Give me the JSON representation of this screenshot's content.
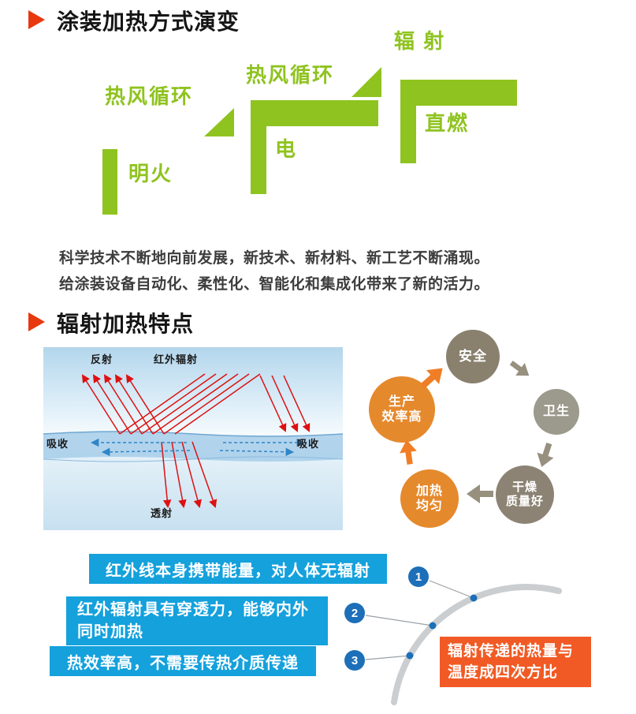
{
  "colors": {
    "green": "#8FC31F",
    "bullet_red": "#E8380D",
    "cyan_box": "#14A1DC",
    "number_circle_blue": "#1C6FB8",
    "callout_orange": "#F15A24",
    "arrow_orange": "#F07E26",
    "arrow_gray": "#97907F",
    "ray_red": "#DD1111",
    "absorb_blue": "#2E86C8",
    "arc_gray": "#CBCED1"
  },
  "section1": {
    "title": "涂装加热方式演变",
    "steps": [
      {
        "top_label": "热风循环",
        "label": "明火"
      },
      {
        "top_label": "热风循环",
        "label": "电"
      },
      {
        "top_label": "辐 射",
        "label": "直燃"
      }
    ],
    "paragraph": "科学技术不断地向前发展，新技术、新材料、新工艺不断涌现。\n给涂装设备自动化、柔性化、智能化和集成化带来了新的活力。"
  },
  "section2": {
    "title": "辐射加热特点",
    "diagram": {
      "reflect_label": "反射",
      "infrared_label": "红外辐射",
      "absorb_left_label": "吸收",
      "absorb_right_label": "吸收",
      "transmit_label": "透射"
    },
    "cycle": [
      {
        "label": "安全",
        "color": "#89806E"
      },
      {
        "label": "卫生",
        "color": "#9C9A8C"
      },
      {
        "label": "干燥\n质量好",
        "color": "#8C8374"
      },
      {
        "label": "加热\n均匀",
        "color": "#E5892D"
      },
      {
        "label": "生产\n效率高",
        "color": "#E5892D"
      }
    ]
  },
  "section3": {
    "points": [
      {
        "num": "1",
        "text": "红外线本身携带能量，对人体无辐射"
      },
      {
        "num": "2",
        "text": "红外辐射具有穿透力，能够内外\n同时加热"
      },
      {
        "num": "3",
        "text": "热效率高，不需要传热介质传递"
      }
    ],
    "callout": "辐射传递的热量与\n温度成四次方比"
  }
}
